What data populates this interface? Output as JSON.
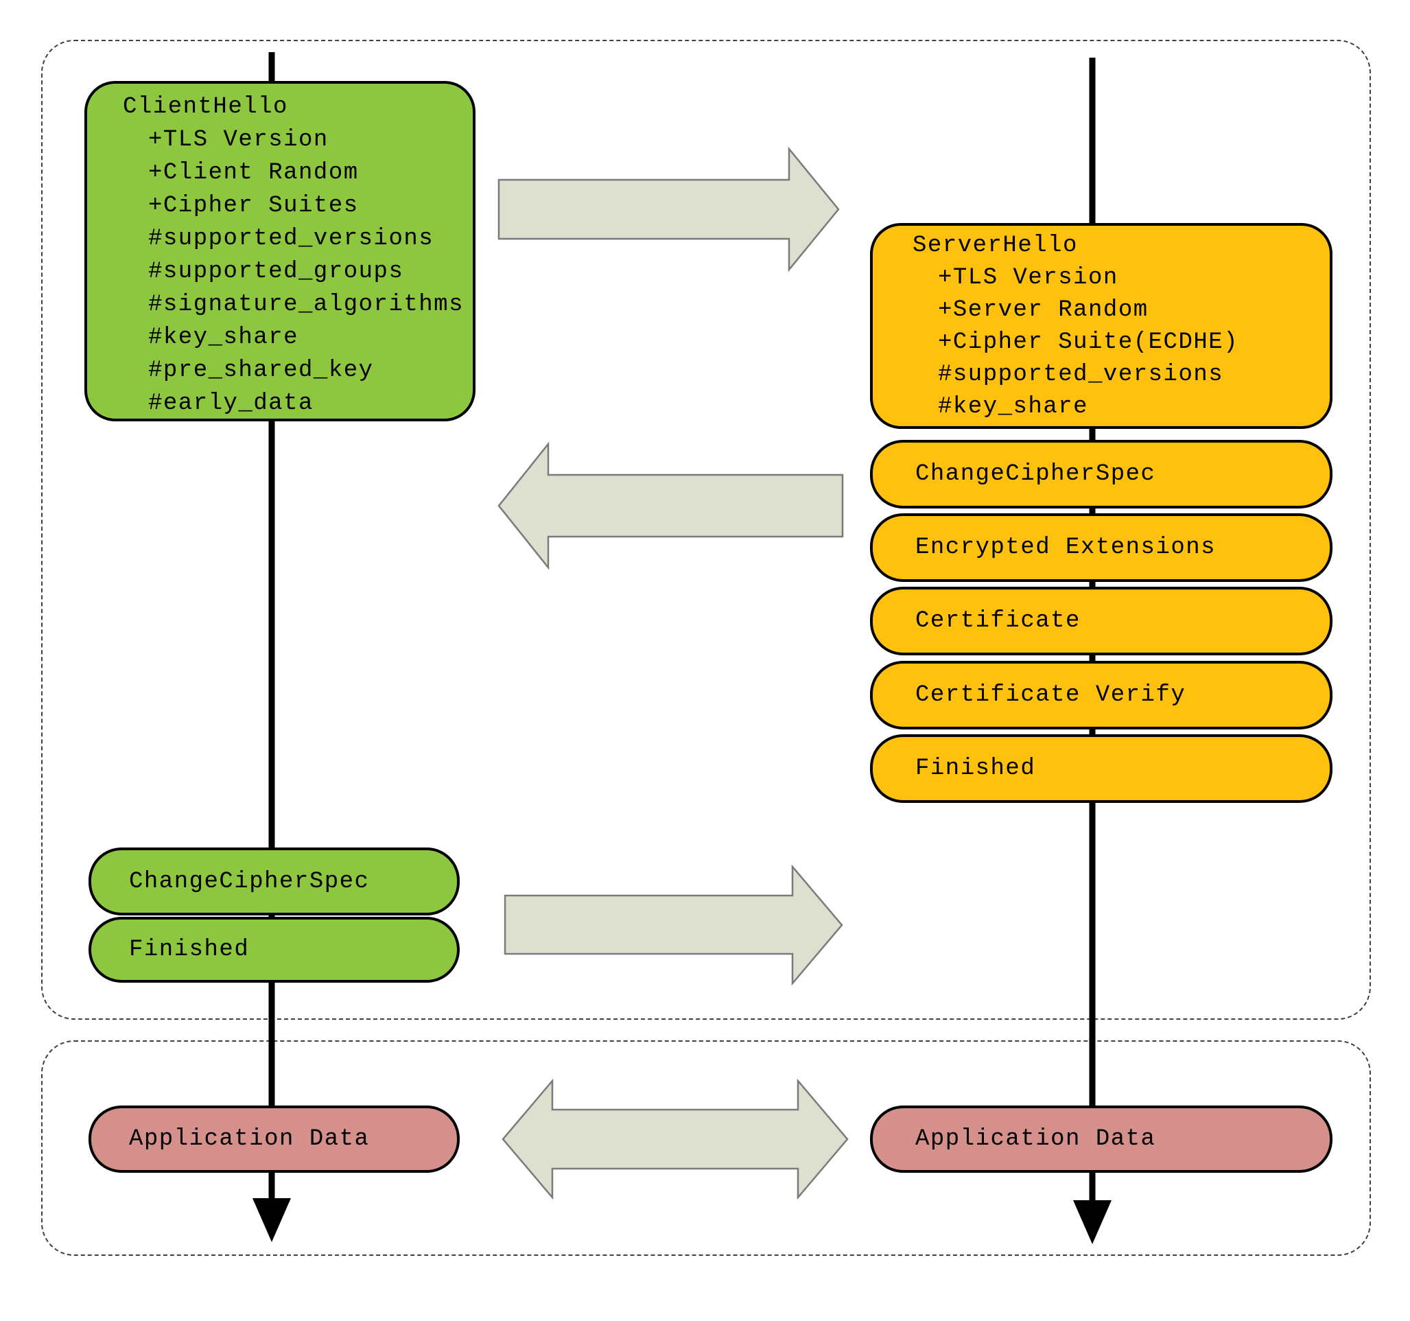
{
  "client": {
    "hello": {
      "title": "ClientHello",
      "lines": [
        "+TLS Version",
        "+Client Random",
        "+Cipher Suites",
        "#supported_versions",
        "#supported_groups",
        "#signature_algorithms",
        "#key_share",
        "#pre_shared_key",
        "#early_data"
      ]
    },
    "messages": [
      "ChangeCipherSpec",
      "Finished"
    ],
    "app_data": "Application Data"
  },
  "server": {
    "hello": {
      "title": "ServerHello",
      "lines": [
        "+TLS Version",
        "+Server Random",
        "+Cipher Suite(ECDHE)",
        "#supported_versions",
        "#key_share"
      ]
    },
    "messages": [
      "ChangeCipherSpec",
      "Encrypted Extensions",
      "Certificate",
      "Certificate Verify",
      "Finished"
    ],
    "app_data": "Application Data"
  },
  "colors": {
    "client_fill": "#8DC63F",
    "server_fill": "#FFC10E",
    "app_data_fill": "#D5908B",
    "arrow_fill": "#DDE0CE",
    "arrow_border": "#7a7a7a",
    "lifeline": "#000000"
  }
}
